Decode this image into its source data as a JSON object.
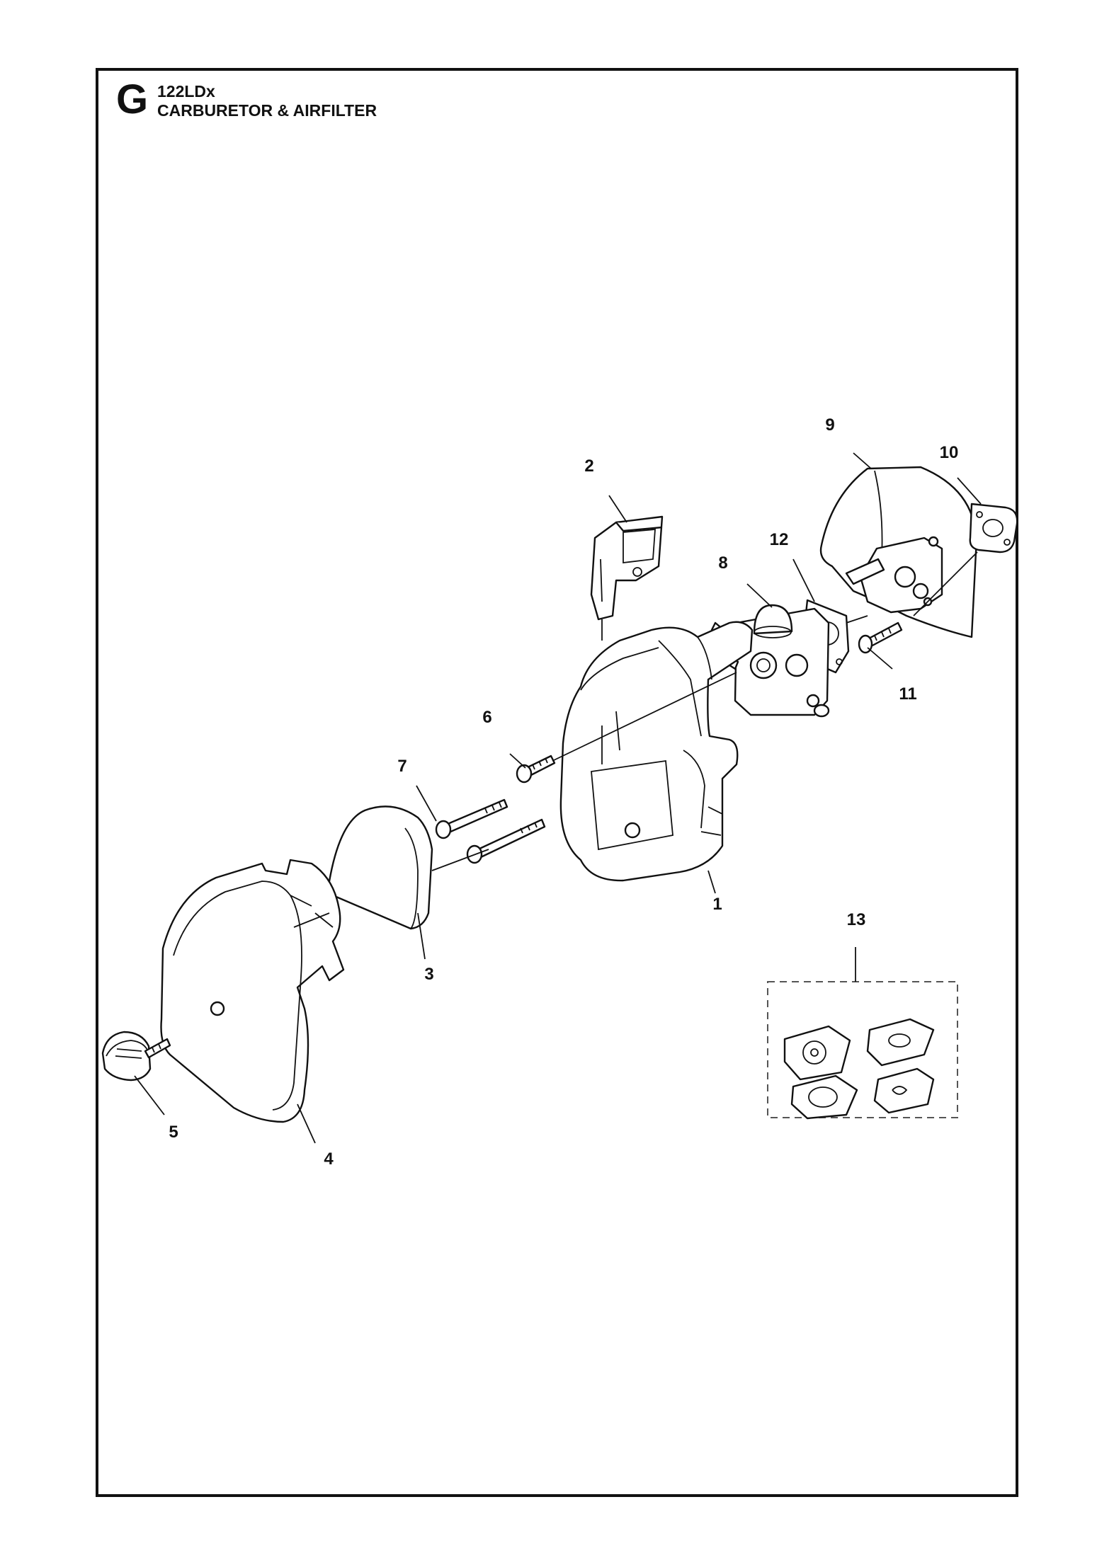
{
  "header": {
    "section_letter": "G",
    "model": "122LDx",
    "title": "CARBURETOR & AIRFILTER"
  },
  "callouts": [
    "1",
    "2",
    "3",
    "4",
    "5",
    "6",
    "7",
    "8",
    "9",
    "10",
    "11",
    "12",
    "13"
  ]
}
